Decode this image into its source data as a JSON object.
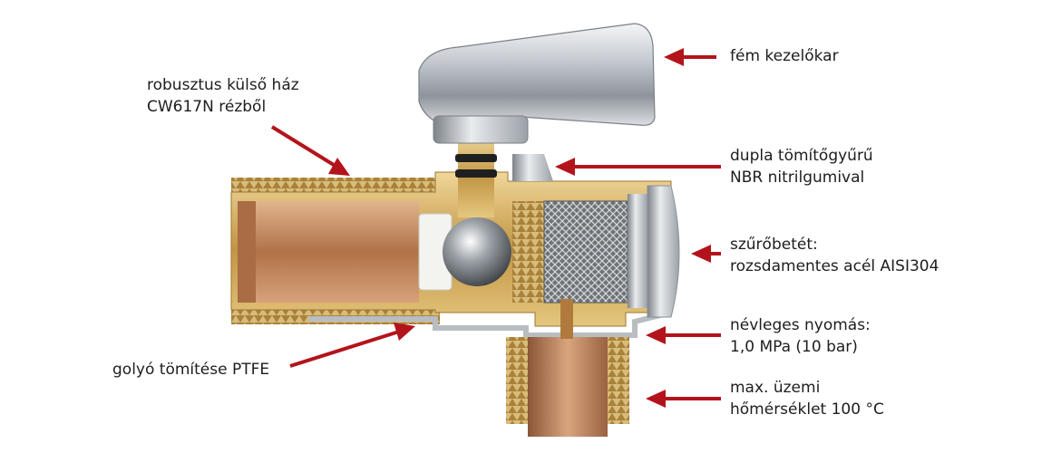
{
  "labels": {
    "handle": {
      "lines": [
        "fém kezelőkar"
      ]
    },
    "housing": {
      "lines": [
        "robusztus külső ház",
        "CW617N rézből"
      ]
    },
    "oring": {
      "lines": [
        "dupla tömítőgyűrű",
        "NBR nitrilgumival"
      ]
    },
    "filter": {
      "lines": [
        "szűrőbetét:",
        "rozsdamentes acél AISI304"
      ]
    },
    "pressure": {
      "lines": [
        "névleges nyomás:",
        "1,0 MPa (10 bar)"
      ]
    },
    "ball": {
      "lines": [
        "golyó tömítése PTFE"
      ]
    },
    "temp": {
      "lines": [
        "max. üzemi",
        "hőmérséklet 100 °C"
      ]
    }
  },
  "colors": {
    "arrow": "#b3141b",
    "text": "#1e1e1e",
    "brass": "#c8a155",
    "copper": "#b87a52",
    "chrome": "#cfd3d8"
  }
}
